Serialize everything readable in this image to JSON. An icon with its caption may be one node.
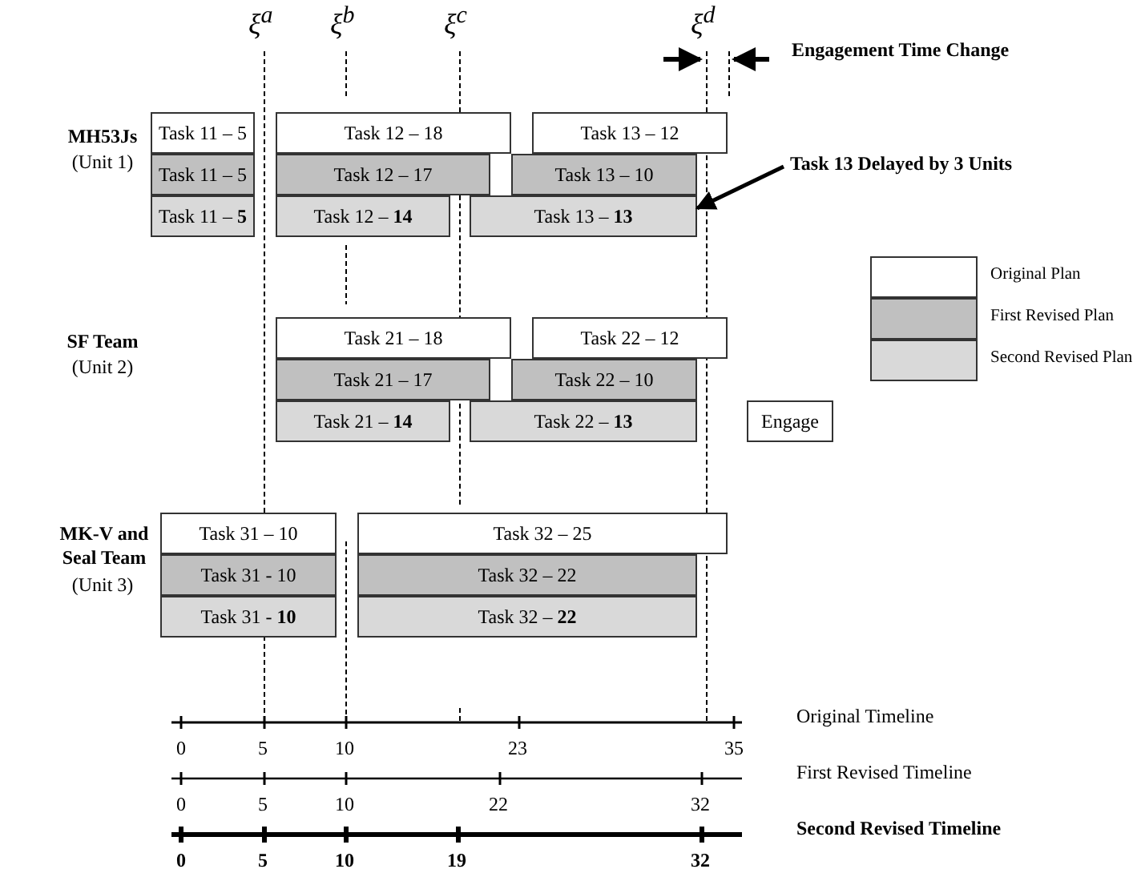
{
  "diagram": {
    "nodes": [
      {
        "text": [
          "Task 11 – 5"
        ]
      },
      {
        "text": [
          "Task 12 – 18"
        ]
      },
      {
        "text": [
          "Task 13 – 12"
        ]
      },
      {
        "text": [
          "Task 11 – 5"
        ]
      },
      {
        "text": [
          "Task 12 – 17"
        ]
      },
      {
        "text": [
          "Task 13 – 10"
        ]
      },
      {
        "text": [
          "Task 11 – **5**"
        ]
      },
      {
        "text": [
          "Task 12 – **14**"
        ]
      },
      {
        "text": [
          "Task 13 – **13**"
        ]
      },
      {
        "text": [
          "Task 21 – 18"
        ]
      },
      {
        "text": [
          "Task 22 – 12"
        ]
      },
      {
        "text": [
          "Task 21 – 17"
        ]
      },
      {
        "text": [
          "Task 22 – 10"
        ]
      },
      {
        "text": [
          "Task 21 – **14**"
        ]
      },
      {
        "text": [
          "Task 22 – **13**"
        ]
      },
      {
        "text": [
          "Engage"
        ]
      },
      {
        "text": [
          "Task 31 – 10"
        ]
      },
      {
        "text": [
          "Task 32 – 25"
        ]
      },
      {
        "text": [
          "Task 31 - 10"
        ]
      },
      {
        "text": [
          "Task 32 – 22"
        ]
      },
      {
        "text": [
          "Task 31 - **10**"
        ]
      },
      {
        "text": [
          "Task 32 – **22**"
        ]
      },
      {
        "text": [
          "Task 13 Delayed by 3 Units"
        ]
      }
    ],
    "edges": [
      {
        "from": 22,
        "to": 8,
        "arrow": "to"
      }
    ],
    "labels": [
      "ξ$^{a}$",
      "ξ$^{b}$",
      "ξ$^{c}$",
      "ξ$^{d}$",
      "Engagement Time Change",
      "MH53Js",
      "(Unit 1)",
      "SF Team",
      "(Unit 2)",
      "MK-V and Seal Team",
      "(Unit 3)",
      "Original Timeline",
      "0",
      "5",
      "10",
      "23",
      "35",
      "First Revised Timeline",
      "0",
      "5",
      "10",
      "22",
      "32",
      "Second Revised Timeline",
      "0",
      "5",
      "10",
      "19",
      "32"
    ],
    "legend": [
      {
        "text": "Original Plan",
        "color": "#ffffff"
      },
      {
        "text": "First Revised Plan",
        "color": "#c0c0c0"
      },
      {
        "text": "Second Revised Plan",
        "color": "#d9d9d9"
      }
    ]
  }
}
